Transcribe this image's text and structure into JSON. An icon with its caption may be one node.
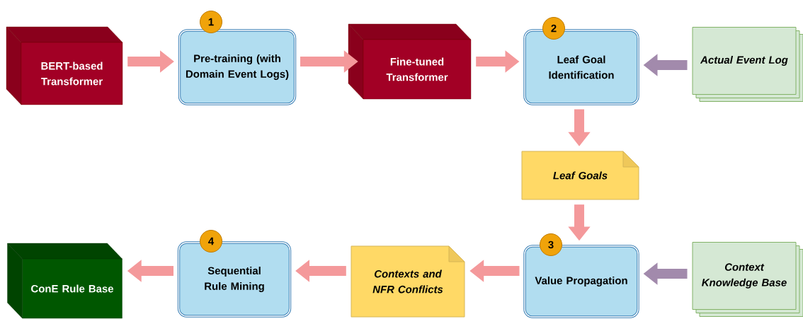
{
  "diagram": {
    "nodes": [
      {
        "text": [
          "BERT-based Transformer"
        ]
      },
      {
        "text": [
          "Pre-training (with Domain Event Logs)"
        ],
        "beside": [
          "1"
        ]
      },
      {
        "text": [
          "Fine-tuned Transformer"
        ]
      },
      {
        "text": [
          "Leaf Goal Identification"
        ],
        "beside": [
          "2"
        ]
      },
      {
        "text": [
          "Actual Event Log"
        ]
      },
      {
        "text": [
          "Leaf Goals"
        ]
      },
      {
        "text": [
          "Value Propagation"
        ],
        "beside": [
          "3"
        ]
      },
      {
        "text": [
          "Context Knowledge Base"
        ]
      },
      {
        "text": [
          "Contexts and NFR Conflicts"
        ]
      },
      {
        "text": [
          "Sequential Rule Mining"
        ],
        "beside": [
          "4"
        ]
      },
      {
        "text": [
          "ConE Rule Base"
        ]
      }
    ],
    "edges": [
      {
        "from": 0,
        "to": 1,
        "arrow": "to"
      },
      {
        "from": 1,
        "to": 2,
        "arrow": "to"
      },
      {
        "from": 2,
        "to": 3,
        "arrow": "to"
      },
      {
        "from": 4,
        "to": 3,
        "arrow": "to",
        "color": "#a28aac"
      },
      {
        "from": 3,
        "to": 5,
        "arrow": "to"
      },
      {
        "from": 5,
        "to": 6,
        "arrow": "to"
      },
      {
        "from": 7,
        "to": 6,
        "arrow": "to",
        "color": "#a28aac"
      },
      {
        "from": 6,
        "to": 8,
        "arrow": "to"
      },
      {
        "from": 8,
        "to": 9,
        "arrow": "to"
      },
      {
        "from": 9,
        "to": 10,
        "arrow": "to"
      }
    ]
  }
}
